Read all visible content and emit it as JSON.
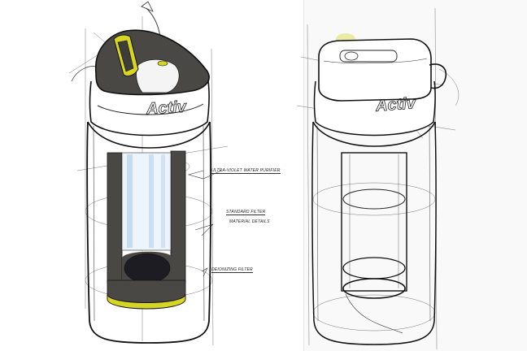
{
  "image": {
    "type": "product-design-sketch",
    "subject": "water filter bottle concept sketches",
    "colors": {
      "paper": "#ffffff",
      "ink": "#1a1a1a",
      "marker_dark_grey": "#4a4845",
      "marker_black": "#1c1c22",
      "marker_yellow": "#d6d424",
      "marker_light_blue": "#bcd6ef"
    }
  },
  "left_sketch": {
    "brand_logo": "Activ",
    "annotations": [
      {
        "id": "ultraviolet",
        "text": "ULTRA-VIOLET WATER PURIFIER"
      },
      {
        "id": "standard_filter",
        "text": "STANDARD FILTER"
      },
      {
        "id": "material_details",
        "text": "MATERIAL DETAILS"
      },
      {
        "id": "deionizing_filter",
        "text": "DEIONIZING FILTER"
      }
    ]
  },
  "right_sketch": {
    "brand_logo": "Activ"
  }
}
